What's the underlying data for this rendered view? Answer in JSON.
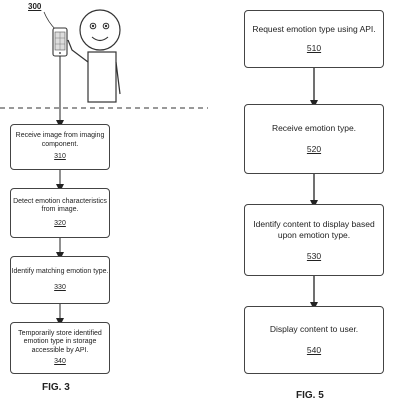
{
  "fig3": {
    "number": "300",
    "caption": "FIG. 3",
    "steps": [
      {
        "text": "Receive image from imaging component.",
        "ref": "310"
      },
      {
        "text": "Detect emotion characteristics from image.",
        "ref": "320"
      },
      {
        "text": "Identify matching emotion type.",
        "ref": "330"
      },
      {
        "text": "Temporarily store identified emotion type in storage accessible by API.",
        "ref": "340"
      }
    ]
  },
  "fig5": {
    "caption": "FIG. 5",
    "steps": [
      {
        "text": "Request emotion type using API.",
        "ref": "510"
      },
      {
        "text": "Receive emotion type.",
        "ref": "520"
      },
      {
        "text": "Identify content to display based upon emotion type.",
        "ref": "530"
      },
      {
        "text": "Display content to user.",
        "ref": "540"
      }
    ]
  }
}
